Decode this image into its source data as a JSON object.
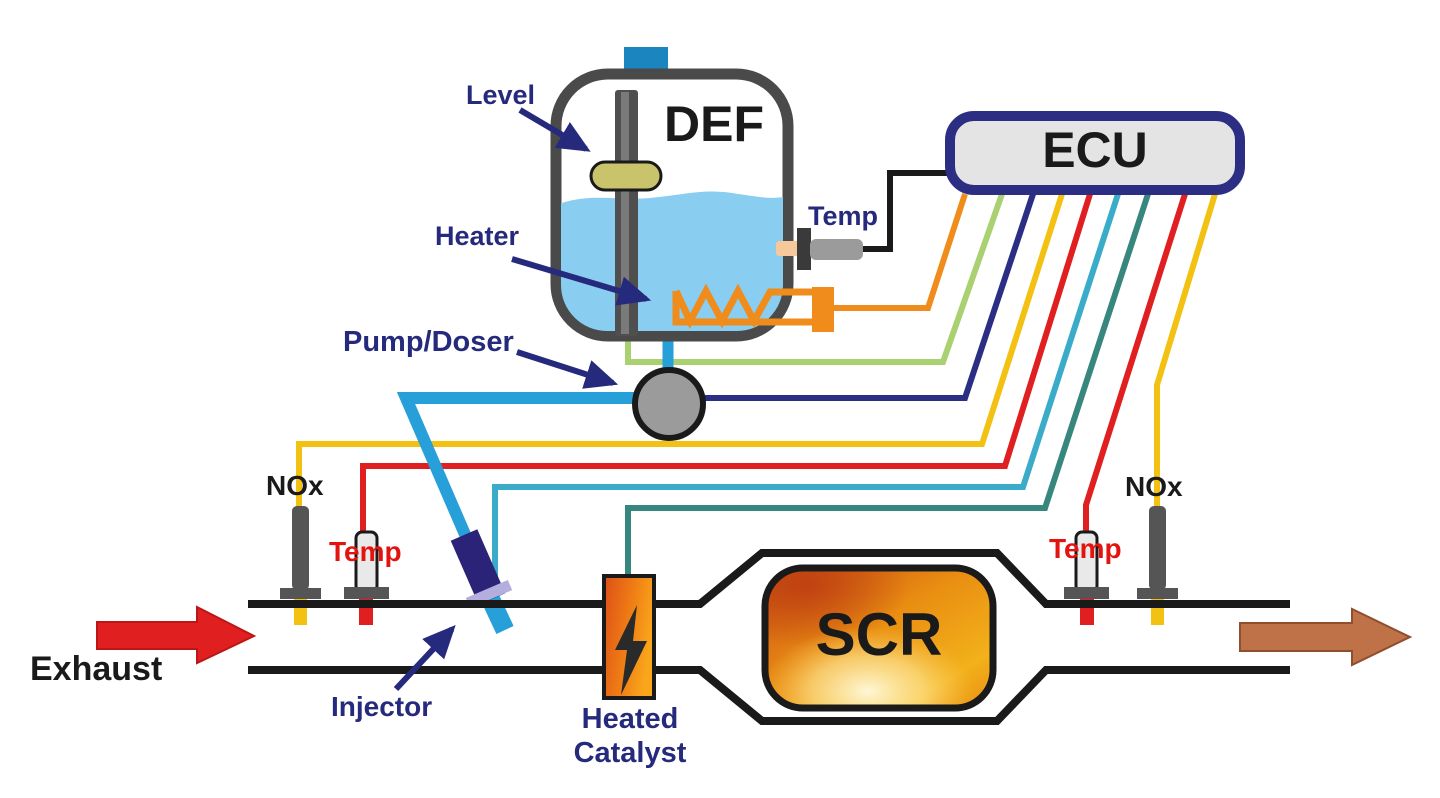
{
  "diagram": {
    "description": "SCR diesel exhaust aftertreatment system schematic",
    "labels": {
      "level": "Level",
      "def_tank": "DEF",
      "heater": "Heater",
      "tank_temp": "Temp",
      "ecu": "ECU",
      "pump_doser": "Pump/Doser",
      "nox_left": "NOx",
      "temp_left": "Temp",
      "exhaust": "Exhaust",
      "injector": "Injector",
      "heated_catalyst": "Heated\nCatalyst",
      "scr": "SCR",
      "temp_right": "Temp",
      "nox_right": "NOx"
    },
    "colors": {
      "label_navy": "#262a7d",
      "label_red": "#e3140f",
      "label_black": "#1a1a1a",
      "wire_orange": "#ef8c1b",
      "wire_green": "#a9d171",
      "wire_navy": "#2b2f84",
      "wire_yellow": "#f2c112",
      "wire_red": "#e02020",
      "wire_cyan": "#3aabc8",
      "wire_teal": "#37877e",
      "wire_black": "#1a1a1a",
      "def_fluid_blue": "#89cdf0",
      "def_line_blue": "#279fd9",
      "tank_outline_gray": "#4a4a4a",
      "cap_blue": "#1b85c0",
      "float_olive": "#c9c36b",
      "ecu_fill": "#e4e4e4",
      "pump_gray": "#9b9b9b",
      "sensor_gray": "#555555",
      "exhaust_arrow_red": "#e02020",
      "outlet_arrow_brown": "#bf7148",
      "heater_orange": "#ef8c1b",
      "injector_navy": "#2b2377",
      "injector_band_lavender": "#b3aede",
      "scr_orange": "#e98e12",
      "catalyst_orange": "#ef7c15"
    }
  }
}
